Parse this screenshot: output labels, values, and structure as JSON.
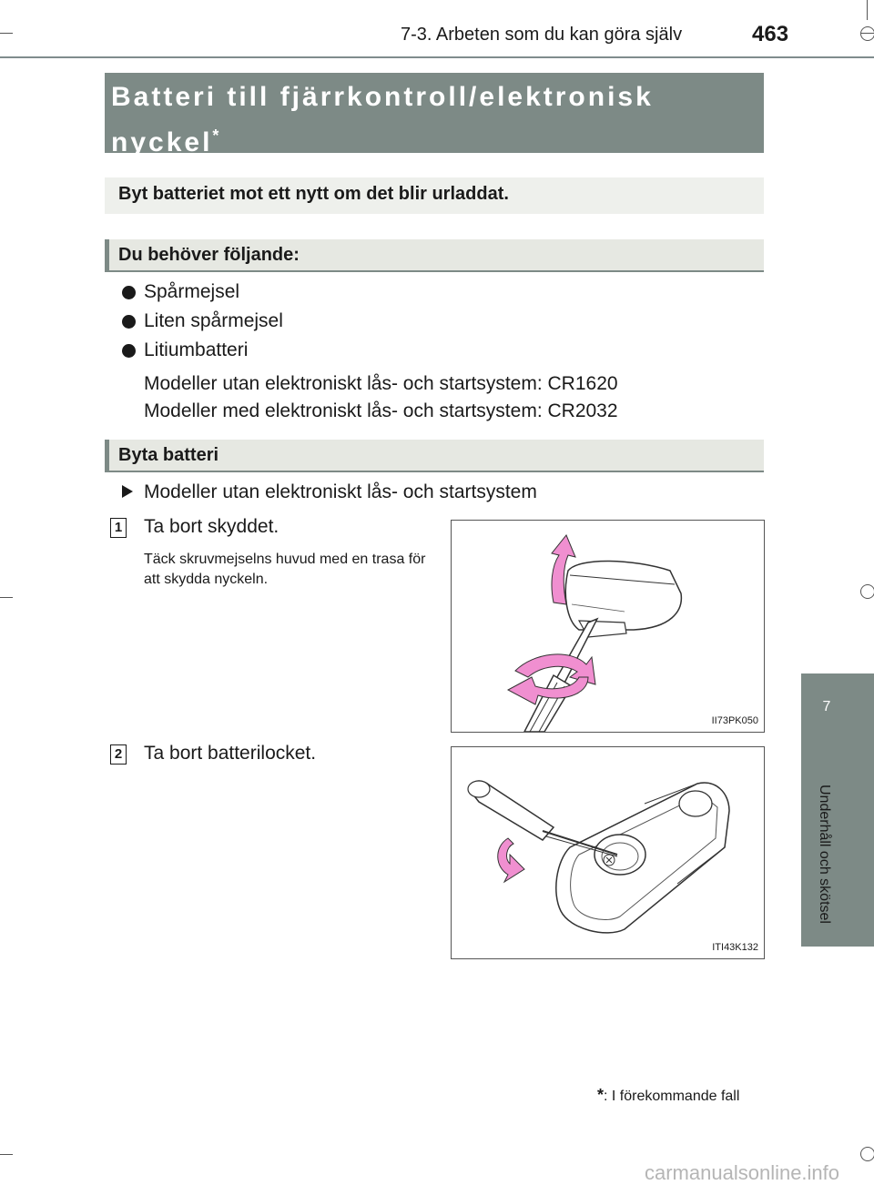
{
  "header": {
    "section": "7-3. Arbeten som du kan göra själv",
    "page_number": "463"
  },
  "side_tab": {
    "number": "7",
    "label": "Underhåll och skötsel"
  },
  "title": {
    "line1": "Batteri till fjärrkontroll/elektronisk",
    "line2": "nyckel",
    "marker": "*"
  },
  "notice": "Byt batteriet mot ett nytt om det blir urladdat.",
  "needs": {
    "heading": "Du behöver följande:",
    "items": [
      "Spårmejsel",
      "Liten spårmejsel",
      "Litiumbatteri"
    ],
    "battery_notes": [
      "Modeller utan elektroniskt lås- och startsystem: CR1620",
      "Modeller med elektroniskt lås- och startsystem: CR2032"
    ]
  },
  "replace": {
    "heading": "Byta batteri",
    "variant": "Modeller utan elektroniskt lås- och startsystem",
    "steps": [
      {
        "number": "1",
        "text": "Ta bort skyddet.",
        "note": "Täck skruvmejselns huvud med en trasa för att skydda nyckeln.",
        "figure_code": "II73PK050"
      },
      {
        "number": "2",
        "text": "Ta bort batterilocket.",
        "figure_code": "ITI43K132"
      }
    ]
  },
  "footnote": {
    "marker": "*",
    "text": ": I förekommande fall"
  },
  "watermark": "carmanualsonline.info",
  "colors": {
    "banner": "#7d8a86",
    "subhead_bg": "#e6e8e2",
    "arrow_pink": "#f08fd0"
  }
}
